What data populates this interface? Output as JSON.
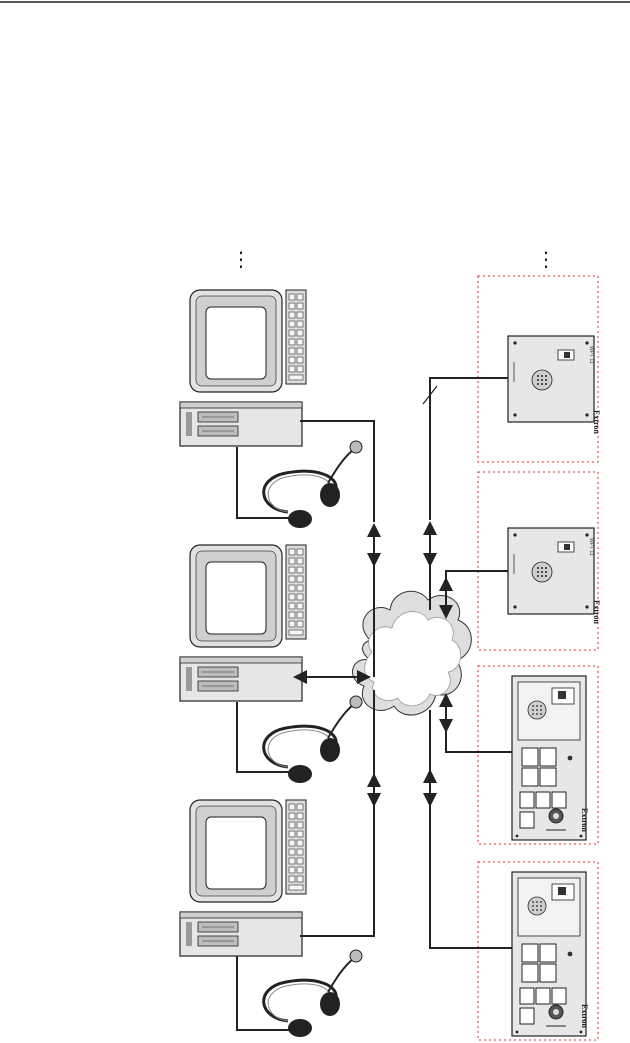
{
  "page": {
    "background": "#ffffff",
    "header_rule_color": "#222222"
  },
  "columns": {
    "pc_column": {
      "continuation": "⋮"
    },
    "panel_column": {
      "continuation": "⋮"
    }
  },
  "workstations": [
    {
      "id": "pc-1",
      "icon": "computer-icon",
      "headset_icon": "headset-icon"
    },
    {
      "id": "pc-2",
      "icon": "computer-icon",
      "headset_icon": "headset-icon"
    },
    {
      "id": "pc-3",
      "icon": "computer-icon",
      "headset_icon": "headset-icon"
    }
  ],
  "network": {
    "icon": "network-cloud-icon"
  },
  "panels": [
    {
      "id": "wallplate-a",
      "type": "wall-plate",
      "brand": "Extron",
      "model": "WPT 11"
    },
    {
      "id": "wallplate-b",
      "type": "wall-plate",
      "brand": "Extron",
      "model": "WPT 11"
    },
    {
      "id": "control-panel-a",
      "type": "control-panel",
      "brand": "Extron"
    },
    {
      "id": "control-panel-b",
      "type": "control-panel",
      "brand": "Extron"
    }
  ],
  "colors": {
    "line": "#222222",
    "dashed_border": "#d0342c",
    "screen_fill": "#ffffff",
    "device_fill": "#e2e2e2",
    "cloud_fill": "#dedede"
  }
}
